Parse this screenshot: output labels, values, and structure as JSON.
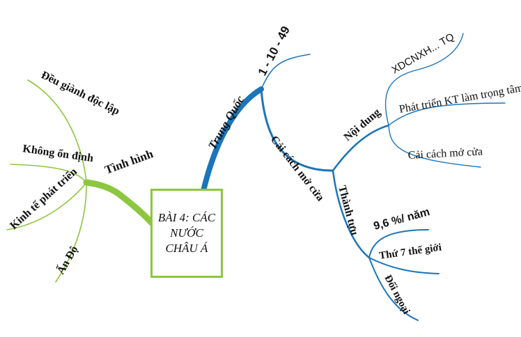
{
  "central_topic": {
    "line1": "BÀI 4: CÁC",
    "line2": "NƯỚC",
    "line3": "CHÂU Á"
  },
  "left_branch": {
    "label": "Tình hình",
    "items": [
      "Đều giành độc lập",
      "Không ổn định",
      "Kinh tế phát triển",
      "Ấn Độ"
    ]
  },
  "right_branch": {
    "label": "Trung Quốc",
    "date": "1 - 10 - 49",
    "reform": {
      "label": "Cải cách mở cửa",
      "content": {
        "label": "Nội dung",
        "items": [
          "XDCNXH... TQ",
          "Phát triển KT làm trọng tâm",
          "Cải cách mở cửa"
        ]
      },
      "achievements": {
        "label": "Thành tựu",
        "items": [
          "9,6 %/ năm",
          "Thứ 7 thế giới",
          "Đối ngoại"
        ]
      }
    }
  },
  "colors": {
    "green": "#8dc63f",
    "blue": "#1b75bb"
  }
}
